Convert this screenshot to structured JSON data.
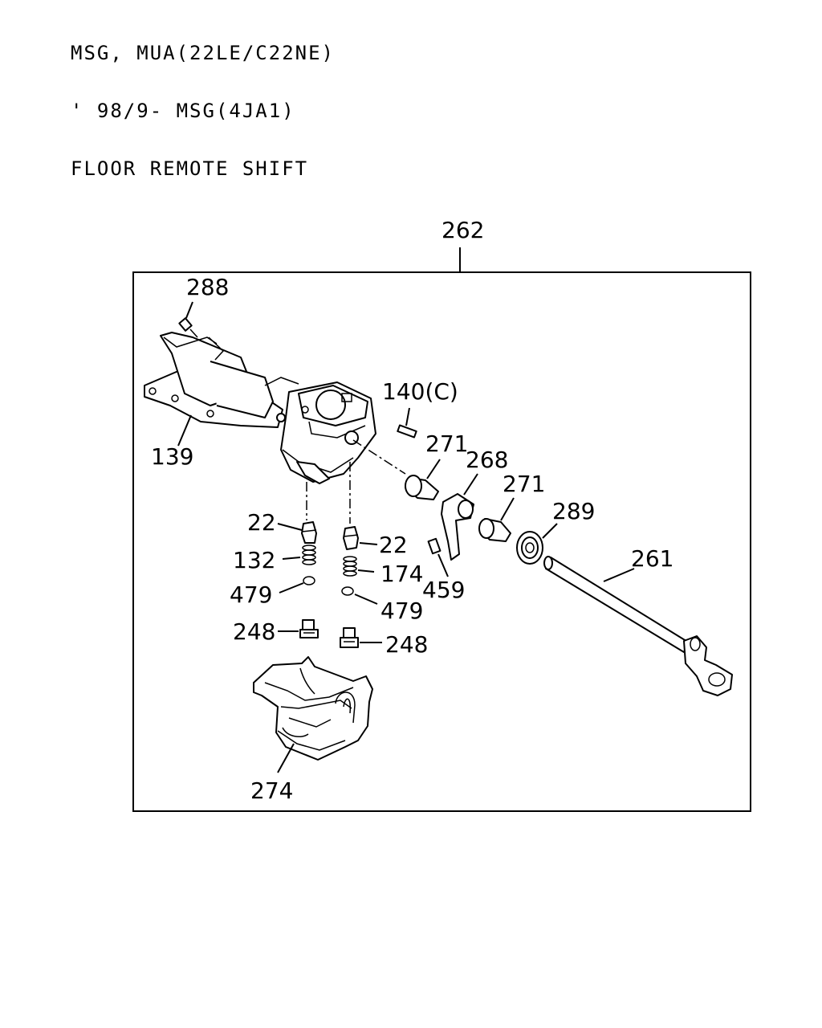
{
  "header": {
    "line1": "MSG, MUA(22LE/C22NE)",
    "line2": "' 98/9- MSG(4JA1)",
    "line3": "FLOOR REMOTE SHIFT"
  },
  "callouts": {
    "assembly": "262",
    "p288": "288",
    "p139": "139",
    "p140": "140(C)",
    "p271a": "271",
    "p268": "268",
    "p271b": "271",
    "p289": "289",
    "p261": "261",
    "p22a": "22",
    "p22b": "22",
    "p132": "132",
    "p174": "174",
    "p459": "459",
    "p479a": "479",
    "p479b": "479",
    "p248a": "248",
    "p248b": "248",
    "p274": "274"
  }
}
